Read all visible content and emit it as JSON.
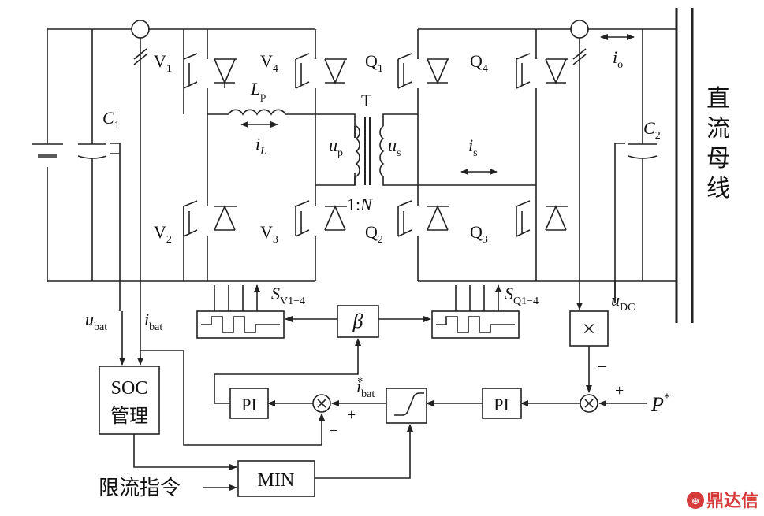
{
  "components": {
    "v1": "V",
    "v1_sub": "1",
    "v2": "V",
    "v2_sub": "2",
    "v3": "V",
    "v3_sub": "3",
    "v4": "V",
    "v4_sub": "4",
    "q1": "Q",
    "q1_sub": "1",
    "q2": "Q",
    "q2_sub": "2",
    "q3": "Q",
    "q3_sub": "3",
    "q4": "Q",
    "q4_sub": "4",
    "c1": "C",
    "c1_sub": "1",
    "c2": "C",
    "c2_sub": "2",
    "lp": "L",
    "lp_sub": "p",
    "il": "i",
    "il_sub": "L",
    "transformer": "T",
    "up": "u",
    "up_sub": "p",
    "us": "u",
    "us_sub": "s",
    "ratio_a": "1:",
    "ratio_n": "N",
    "is": "i",
    "is_sub": "s",
    "io": "i",
    "io_sub": "o"
  },
  "signals": {
    "ubat": "u",
    "ubat_sub": "bat",
    "ibat": "i",
    "ibat_sub": "bat",
    "sv": "S",
    "sv_sub": "V1−4",
    "sq": "S",
    "sq_sub": "Q1−4",
    "udc": "u",
    "udc_sub": "DC",
    "ibat_ref": "i",
    "ibat_ref_sub": "bat",
    "ibat_ref_sup": "*",
    "pref": "P",
    "pref_sup": "*"
  },
  "blocks": {
    "beta": "β",
    "pi1": "PI",
    "pi2": "PI",
    "soc_line1": "SOC",
    "soc_line2": "管理",
    "min": "MIN",
    "multiply": "×",
    "sum_symbol": "⊗",
    "plus": "+",
    "minus": "−",
    "limit_cmd": "限流指令"
  },
  "dc_bus": [
    "直",
    "流",
    "母",
    "线"
  ],
  "watermark": "鼎达信"
}
